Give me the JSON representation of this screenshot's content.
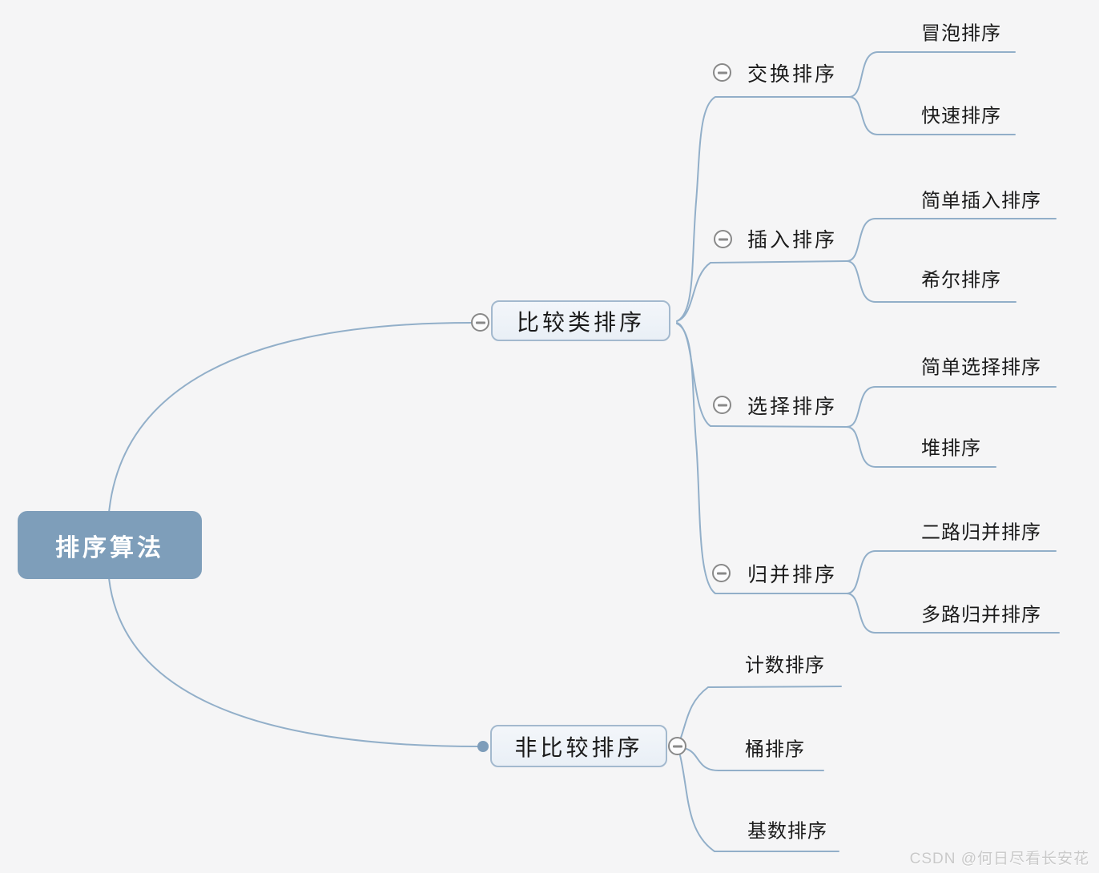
{
  "canvas": {
    "background": "#f5f5f6"
  },
  "colors": {
    "connector_line": "#92afc9",
    "root_fill": "#7e9eba",
    "root_text": "#ffffff",
    "branch_box_fill": "#edf2f8",
    "branch_box_border": "#a3b9ce",
    "label_text": "#1b1b1b",
    "collapse_icon": "#898989",
    "anchor_dot": "#7e9dba",
    "watermark": "#c9c9c9"
  },
  "icons": {
    "collapse": "minus-circle",
    "branch_anchor": "filled-dot"
  },
  "root": {
    "label": "排序算法"
  },
  "branches": [
    {
      "label": "比较类排序",
      "children": [
        {
          "label": "交换排序",
          "children": [
            {
              "label": "冒泡排序"
            },
            {
              "label": "快速排序"
            }
          ]
        },
        {
          "label": "插入排序",
          "children": [
            {
              "label": "简单插入排序"
            },
            {
              "label": "希尔排序"
            }
          ]
        },
        {
          "label": "选择排序",
          "children": [
            {
              "label": "简单选择排序"
            },
            {
              "label": "堆排序"
            }
          ]
        },
        {
          "label": "归并排序",
          "children": [
            {
              "label": "二路归并排序"
            },
            {
              "label": "多路归并排序"
            }
          ]
        }
      ]
    },
    {
      "label": "非比较排序",
      "children": [
        {
          "label": "计数排序"
        },
        {
          "label": "桶排序"
        },
        {
          "label": "基数排序"
        }
      ]
    }
  ],
  "watermark": "CSDN @何日尽看长安花"
}
